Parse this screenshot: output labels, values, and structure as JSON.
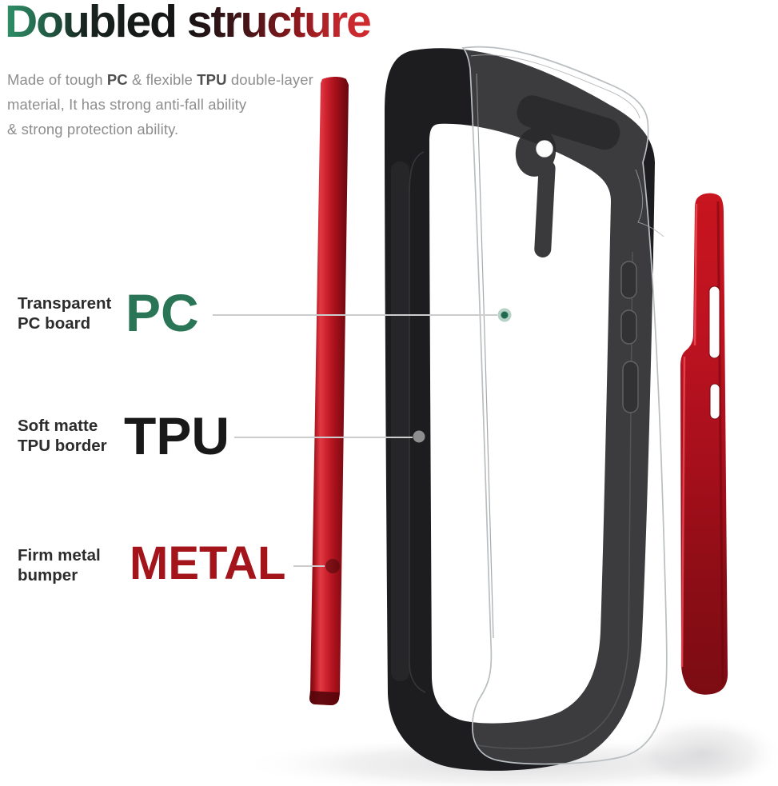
{
  "title": {
    "text": "Doubled structure",
    "gradient_start_color": "#2f9069",
    "gradient_mid_color": "#161314",
    "gradient_end_color": "#d02b31"
  },
  "description": {
    "line1_pre": "Made of tough ",
    "line1_bold1": "PC",
    "line1_mid": " & flexible ",
    "line1_bold2": "TPU",
    "line1_post": " double-layer",
    "line2": "material, It has strong anti-fall ability",
    "line3": "& strong protection ability.",
    "text_color": "#8e8e8e"
  },
  "annotations": [
    {
      "id": "pc",
      "label_line1": "Transparent",
      "label_line2": "PC board",
      "big_text": "PC",
      "big_color": "#2a7556",
      "marker_color": "#1e6b4f"
    },
    {
      "id": "tpu",
      "label_line1": "Soft matte",
      "label_line2": "TPU border",
      "big_text": "TPU",
      "big_color": "#191919",
      "marker_color": "#bdbdbd"
    },
    {
      "id": "metal",
      "label_line1": "Firm metal",
      "label_line2": "bumper",
      "big_text": "METAL",
      "big_color": "#a3141b",
      "marker_color": "#520508"
    }
  ],
  "illustration": {
    "parts": {
      "left_metal_bumper_rail": {
        "color": "#c21a26"
      },
      "tpu_frame": {
        "color": "#1d1d1f"
      },
      "transparent_pc_back_panel": {
        "edge_color": "#b9bec1"
      },
      "right_metal_side_rail": {
        "color": "#b01320",
        "button_slots": 2
      },
      "camera_cutout_region": {
        "tint": "#2a2a2c"
      }
    },
    "leader_line_color": "#cccccc",
    "shadow_color": "#d9d9d9"
  }
}
